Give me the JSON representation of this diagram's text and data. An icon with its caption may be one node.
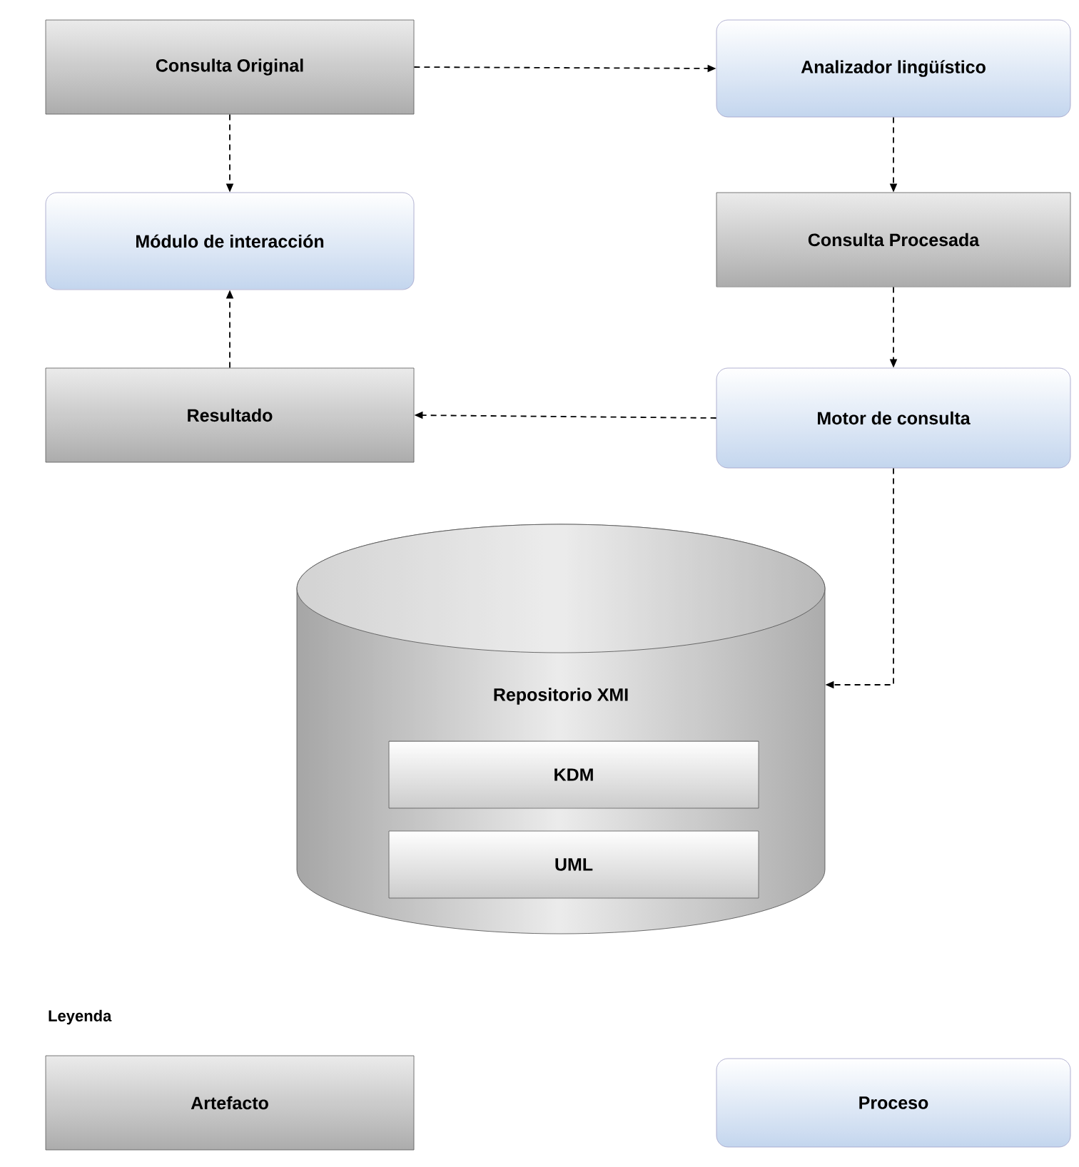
{
  "diagram": {
    "nodes": [
      {
        "text": [
          "Consulta Original"
        ]
      },
      {
        "text": [
          "Analizador lingüístico"
        ]
      },
      {
        "text": [
          "Módulo de interacción"
        ]
      },
      {
        "text": [
          "Consulta Procesada"
        ]
      },
      {
        "text": [
          "Resultado"
        ]
      },
      {
        "text": [
          "Motor de consulta"
        ]
      },
      {
        "text": [
          "Repositorio XMI"
        ]
      },
      {
        "text": [
          "KDM"
        ],
        "in": 6
      },
      {
        "text": [
          "UML"
        ],
        "in": 6
      }
    ],
    "edges": [
      {
        "from": 0,
        "to": 1,
        "arrow": "to",
        "style": "dashed"
      },
      {
        "from": 0,
        "to": 2,
        "arrow": "to",
        "style": "dashed"
      },
      {
        "from": 1,
        "to": 3,
        "arrow": "to",
        "style": "dashed"
      },
      {
        "from": 3,
        "to": 5,
        "arrow": "to",
        "style": "dashed"
      },
      {
        "from": 5,
        "to": 4,
        "arrow": "to",
        "style": "dashed"
      },
      {
        "from": 4,
        "to": 2,
        "arrow": "to",
        "style": "dashed"
      },
      {
        "from": 5,
        "to": 6,
        "arrow": "to",
        "style": "dashed"
      }
    ],
    "labels": [
      "Leyenda"
    ],
    "legend": [
      {
        "text": "Artefacto"
      },
      {
        "text": "Proceso"
      }
    ]
  }
}
